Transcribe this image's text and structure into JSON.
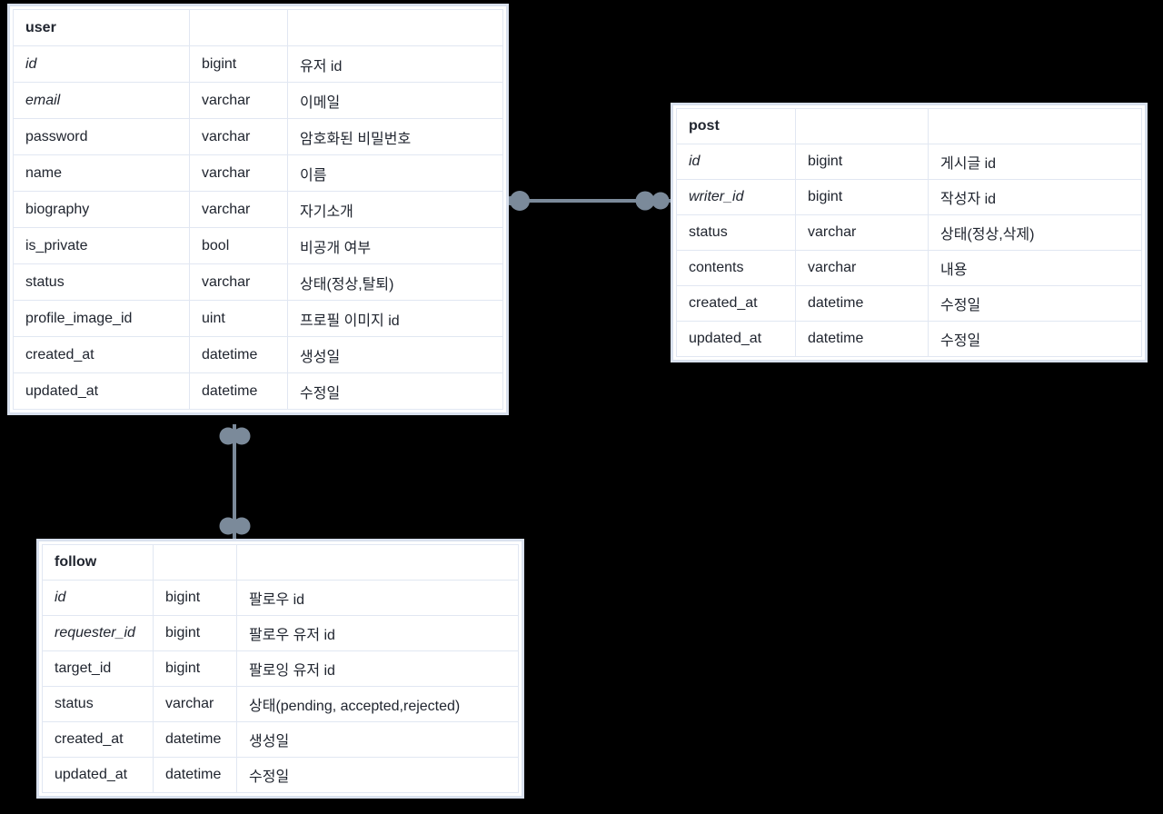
{
  "diagram_type": "entity-relationship-diagram",
  "colors": {
    "background": "#000000",
    "card_background": "#ffffff",
    "card_border": "#d9e1ee",
    "grid_line": "#e1e7f2",
    "text": "#20252f",
    "connector": "#7b8a9a"
  },
  "tables": {
    "user": {
      "title": "user",
      "rows": [
        {
          "field": "id",
          "type": "bigint",
          "desc": "유저 id"
        },
        {
          "field": "email",
          "type": "varchar",
          "desc": "이메일"
        },
        {
          "field": "password",
          "type": "varchar",
          "desc": "암호화된 비밀번호"
        },
        {
          "field": "name",
          "type": "varchar",
          "desc": "이름"
        },
        {
          "field": "biography",
          "type": "varchar",
          "desc": "자기소개"
        },
        {
          "field": "is_private",
          "type": "bool",
          "desc": "비공개 여부"
        },
        {
          "field": "status",
          "type": "varchar",
          "desc": "상태(정상,탈퇴)"
        },
        {
          "field": "profile_image_id",
          "type": "uint",
          "desc": "프로필 이미지 id"
        },
        {
          "field": "created_at",
          "type": "datetime",
          "desc": "생성일"
        },
        {
          "field": "updated_at",
          "type": "datetime",
          "desc": "수정일"
        }
      ]
    },
    "post": {
      "title": "post",
      "rows": [
        {
          "field": "id",
          "type": "bigint",
          "desc": "게시글 id"
        },
        {
          "field": "writer_id",
          "type": "bigint",
          "desc": "작성자 id"
        },
        {
          "field": "status",
          "type": "varchar",
          "desc": "상태(정상,삭제)"
        },
        {
          "field": "contents",
          "type": "varchar",
          "desc": "내용"
        },
        {
          "field": "created_at",
          "type": "datetime",
          "desc": "수정일"
        },
        {
          "field": "updated_at",
          "type": "datetime",
          "desc": "수정일"
        }
      ]
    },
    "follow": {
      "title": "follow",
      "rows": [
        {
          "field": "id",
          "type": "bigint",
          "desc": "팔로우 id"
        },
        {
          "field": "requester_id",
          "type": "bigint",
          "desc": "팔로우 유저 id"
        },
        {
          "field": "target_id",
          "type": "bigint",
          "desc": "팔로잉 유저 id"
        },
        {
          "field": "status",
          "type": "varchar",
          "desc": "상태(pending, accepted,rejected)"
        },
        {
          "field": "created_at",
          "type": "datetime",
          "desc": "생성일"
        },
        {
          "field": "updated_at",
          "type": "datetime",
          "desc": "수정일"
        }
      ]
    }
  },
  "connectors": [
    {
      "from": "user",
      "to": "post",
      "from_marker": "one",
      "to_marker": "many"
    },
    {
      "from": "user",
      "to": "follow",
      "from_marker": "many",
      "to_marker": "many"
    }
  ]
}
